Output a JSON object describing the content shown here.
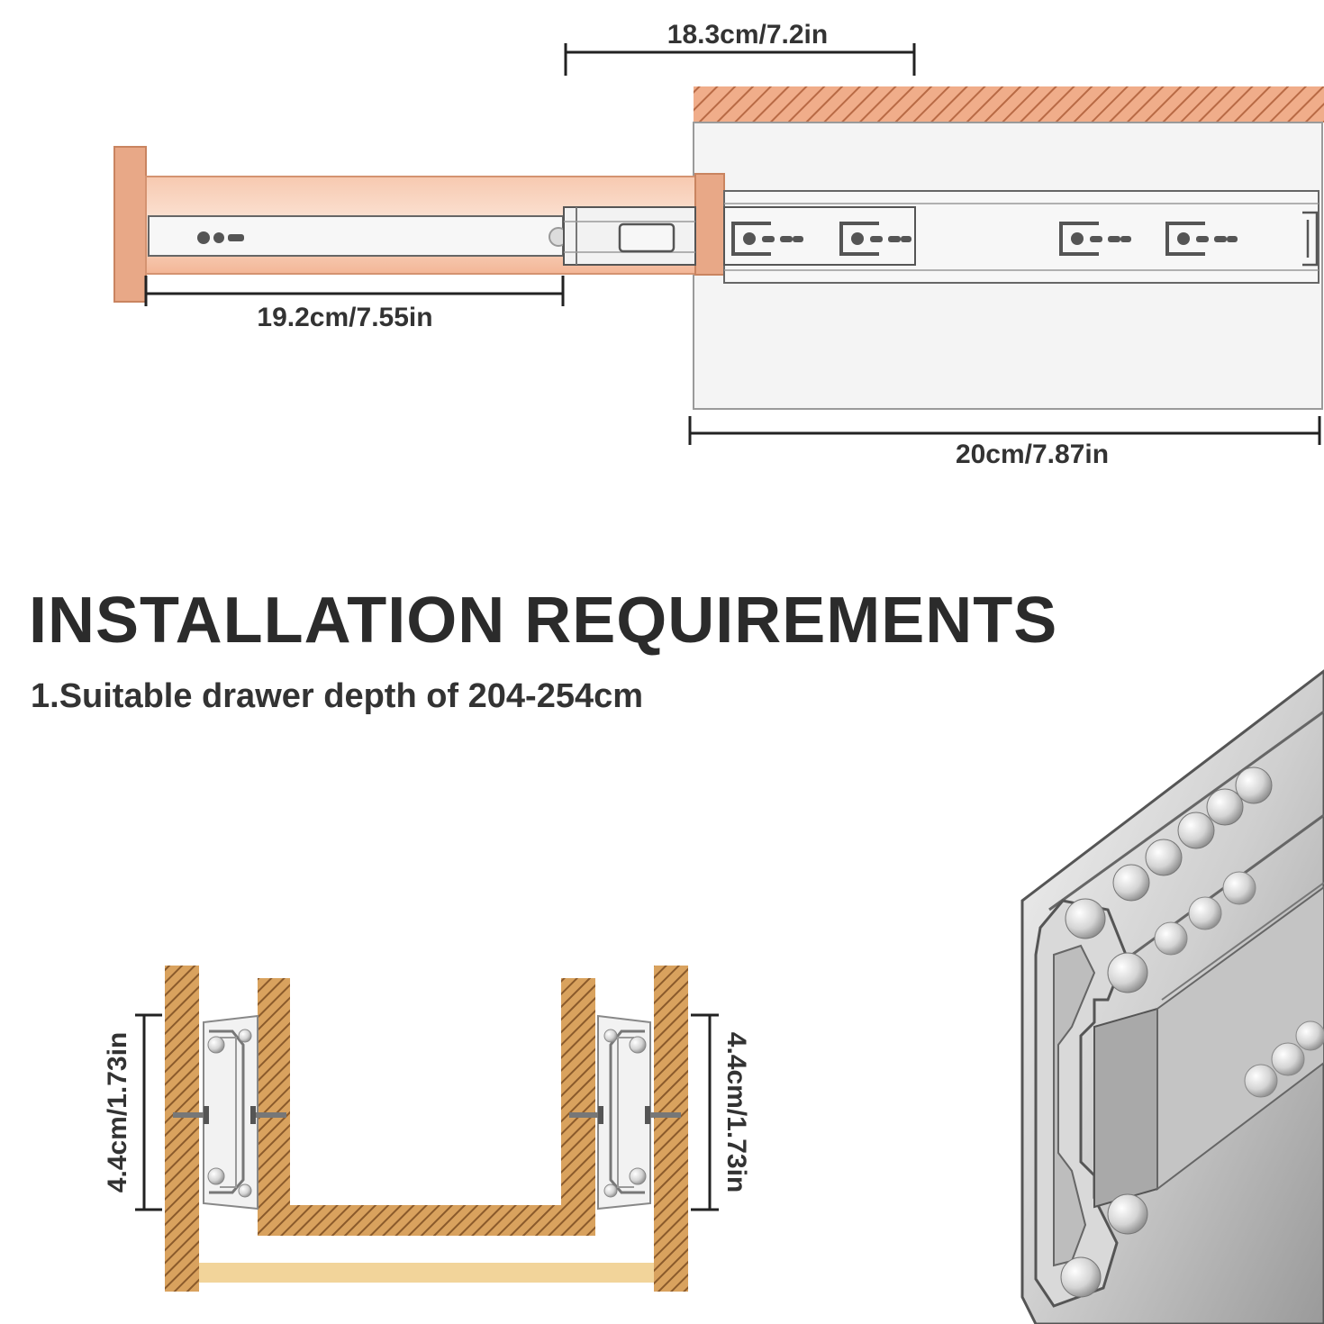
{
  "dimensions": {
    "extension_top": "18.3cm/7.2in",
    "inner_rail": "19.2cm/7.55in",
    "overall_length": "20cm/7.87in",
    "height_left": "4.4cm/1.73in",
    "height_right": "4.4cm/1.73in"
  },
  "heading": "INSTALLATION REQUIREMENTS",
  "requirements": [
    "1.Suitable drawer depth of 204-254cm"
  ],
  "colors": {
    "wood": "#e8a887",
    "wood_section": "#d2a05a",
    "hatch_dark": "#8a5a2b",
    "rail_fill": "#f2f2f2",
    "outline": "#555555",
    "text": "#333333"
  }
}
